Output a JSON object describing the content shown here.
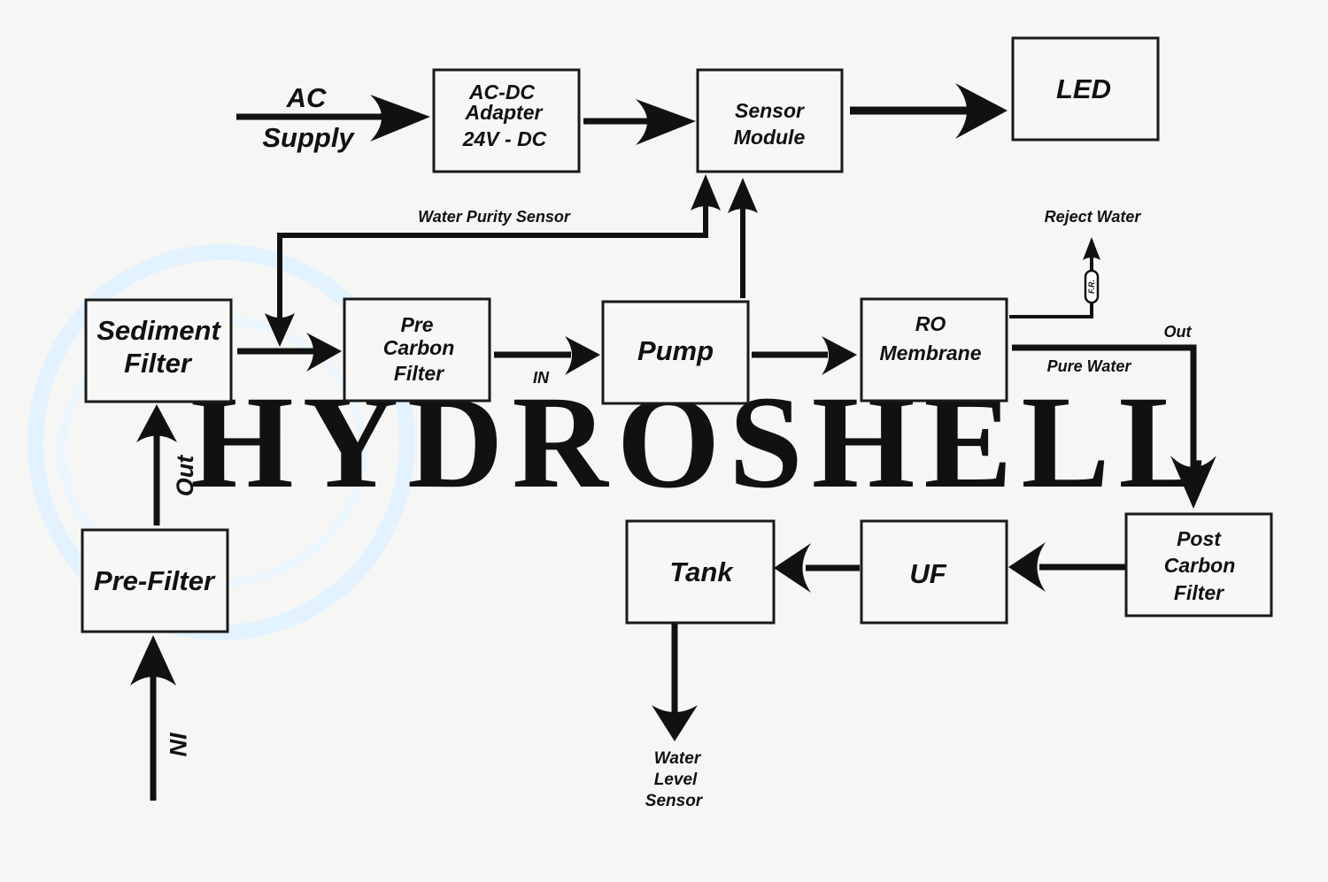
{
  "watermark": {
    "text": "HYDROSHELL",
    "accent_color": "#dcefff",
    "gray_color": "#ececec"
  },
  "nodes": {
    "ac_supply": {
      "line1": "AC",
      "line2": "Supply"
    },
    "adapter": {
      "line1": "AC-DC",
      "line2": "Adapter",
      "line3": "24V - DC"
    },
    "sensor_module": {
      "line1": "Sensor",
      "line2": "Module"
    },
    "led": {
      "label": "LED"
    },
    "sediment_filter": {
      "line1": "Sediment",
      "line2": "Filter"
    },
    "pre_carbon_filter": {
      "line1": "Pre",
      "line2": "Carbon",
      "line3": "Filter"
    },
    "pump": {
      "label": "Pump"
    },
    "ro_membrane": {
      "line1": "RO",
      "line2": "Membrane"
    },
    "pre_filter": {
      "label": "Pre-Filter"
    },
    "tank": {
      "label": "Tank"
    },
    "uf": {
      "label": "UF"
    },
    "post_carbon_filter": {
      "line1": "Post",
      "line2": "Carbon",
      "line3": "Filter"
    }
  },
  "labels": {
    "water_purity_sensor": "Water Purity Sensor",
    "reject_water": "Reject Water",
    "flow_restrictor": "F.R.",
    "ro_out": "Out",
    "pure_water": "Pure Water",
    "pump_in": "IN",
    "prefilter_out": "Out",
    "prefilter_in": "IN",
    "water_level_sensor": {
      "line1": "Water",
      "line2": "Level",
      "line3": "Sensor"
    }
  }
}
